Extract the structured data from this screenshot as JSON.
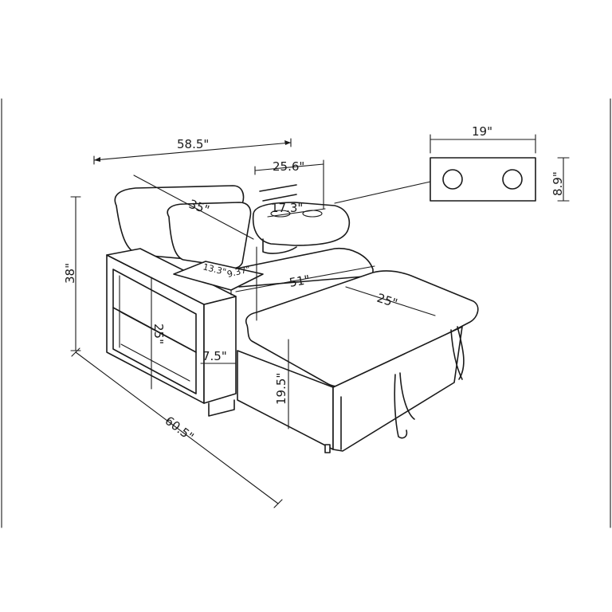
{
  "dimensions": {
    "overall_width": "58.5\"",
    "overall_height": "38\"",
    "overall_depth": "60.5\"",
    "back_diagonal": "35\"",
    "tray_width": "25.6\"",
    "tray_inner": "17.3\"",
    "seat_depth": "51\"",
    "ottoman_width": "25\"",
    "shelf_height": "25\"",
    "arm_width": "7.5\"",
    "seat_height": "19.5\"",
    "armtop_length": "13.3\"",
    "armtop_width": "9.37\"",
    "detail_width": "19\"",
    "detail_height": "8.9\""
  }
}
